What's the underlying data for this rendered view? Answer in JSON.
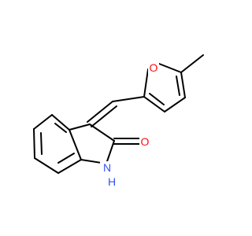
{
  "molecule": {
    "atoms": {
      "furan_oxygen": {
        "symbol": "O",
        "color": "#ff0d0d"
      },
      "carbonyl_oxygen": {
        "symbol": "O",
        "color": "#ff0d0d"
      },
      "nh_nitrogen": {
        "symbol": "N",
        "color": "#3050f8"
      },
      "nh_hydrogen": {
        "symbol": "H",
        "color": "#3050f8"
      }
    },
    "bond_color": "#000000"
  }
}
